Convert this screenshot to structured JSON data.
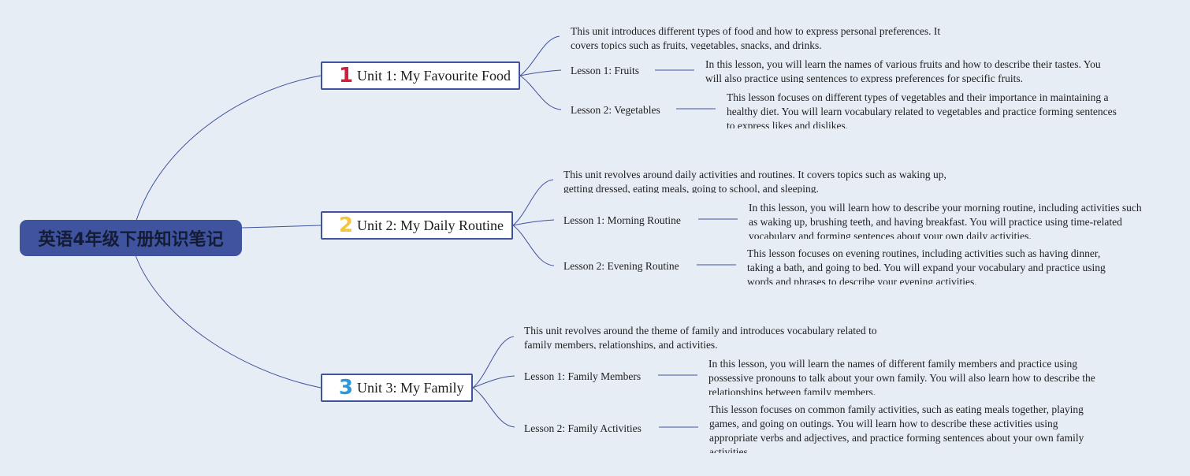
{
  "root": {
    "title": "英语4年级下册知识笔记"
  },
  "colors": {
    "line": "#3f539f",
    "root_bg": "#3f539f",
    "background": "#e6edf4"
  },
  "units": [
    {
      "number": "1",
      "number_color": "#d21f3c",
      "title": "Unit 1: My Favourite Food",
      "description": "This unit introduces different types of food and how to express personal preferences. It covers topics such as fruits, vegetables, snacks, and drinks.",
      "lessons": [
        {
          "title": "Lesson 1: Fruits",
          "description": "In this lesson, you will learn the names of various fruits and how to describe their tastes. You will also practice using sentences to express preferences for specific fruits."
        },
        {
          "title": "Lesson 2: Vegetables",
          "description": "This lesson focuses on different types of vegetables and their importance in maintaining a healthy diet. You will learn vocabulary related to vegetables and practice forming sentences to express likes and dislikes."
        }
      ]
    },
    {
      "number": "2",
      "number_color": "#f4c63d",
      "title": "Unit 2: My Daily Routine",
      "description": "This unit revolves around daily activities and routines. It covers topics such as waking up, getting dressed, eating meals, going to school, and sleeping.",
      "lessons": [
        {
          "title": "Lesson 1: Morning Routine",
          "description": "In this lesson, you will learn how to describe your morning routine, including activities such as waking up, brushing teeth, and having breakfast. You will practice using time-related vocabulary and forming sentences about your own daily activities."
        },
        {
          "title": "Lesson 2: Evening Routine",
          "description": "This lesson focuses on evening routines, including activities such as having dinner, taking a bath, and going to bed. You will expand your vocabulary and practice using words and phrases to describe your evening activities."
        }
      ]
    },
    {
      "number": "3",
      "number_color": "#2b98d8",
      "title": "Unit 3: My Family",
      "description": "This unit revolves around the theme of family and introduces vocabulary related to family members, relationships, and activities.",
      "lessons": [
        {
          "title": "Lesson 1: Family Members",
          "description": "In this lesson, you will learn the names of different family members and practice using possessive pronouns to talk about your own family. You will also learn how to describe the relationships between family members."
        },
        {
          "title": "Lesson 2: Family Activities",
          "description": "This lesson focuses on common family activities, such as eating meals together, playing games, and going on outings. You will learn how to describe these activities using appropriate verbs and adjectives, and practice forming sentences about your own family activities."
        }
      ]
    }
  ]
}
